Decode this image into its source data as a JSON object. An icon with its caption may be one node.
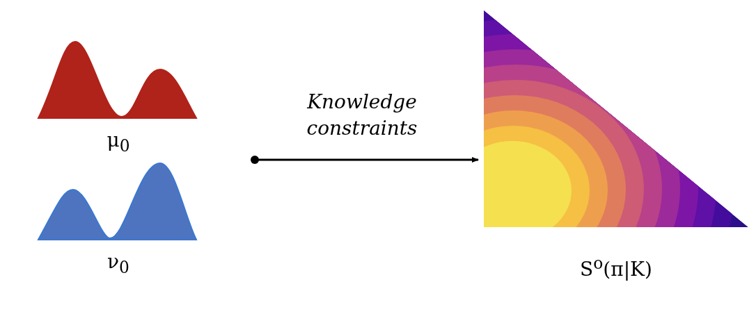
{
  "diagram": {
    "nodes": [
      {
        "text": [
          "μ$_{0}$"
        ]
      },
      {
        "text": [
          "ν$_{0}$"
        ]
      },
      {
        "text": [
          "S$^{o}$(π|K)"
        ]
      }
    ],
    "edges": [
      {
        "from": null,
        "to": 2,
        "arrow": "to",
        "label": "Knowledge constraints"
      }
    ]
  }
}
